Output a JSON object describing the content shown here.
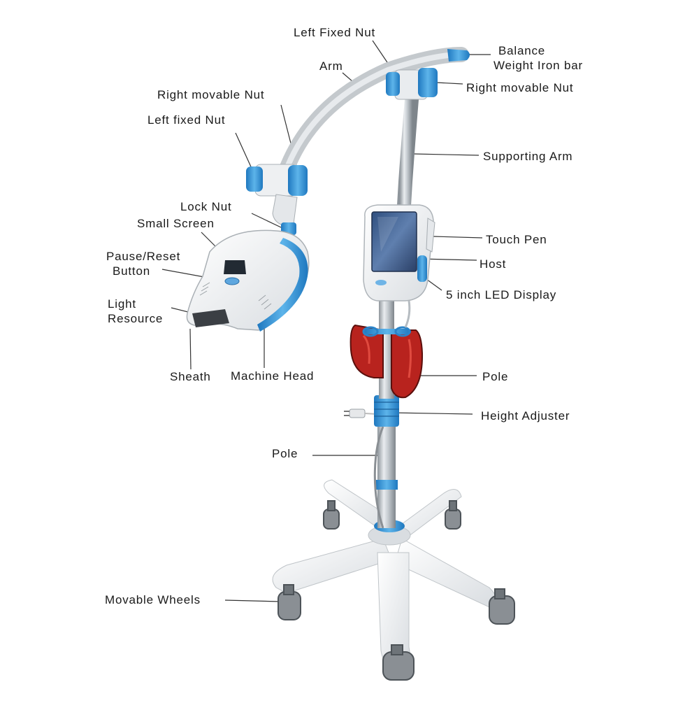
{
  "diagram": {
    "labels": {
      "left_fixed_nut_top": "Left Fixed Nut",
      "balance_line1": "Balance",
      "balance_line2": "Weight Iron bar",
      "arm": "Arm",
      "right_movable_nut_top": "Right movable Nut",
      "right_movable_nut_left": "Right movable Nut",
      "left_fixed_nut_left": "Left fixed Nut",
      "supporting_arm": "Supporting Arm",
      "lock_nut": "Lock Nut",
      "small_screen": "Small Screen",
      "touch_pen": "Touch Pen",
      "pause_reset_line1": "Pause/Reset",
      "pause_reset_line2": "Button",
      "host": "Host",
      "led_display": "5 inch LED Display",
      "light_resource_line1": "Light",
      "light_resource_line2": "Resource",
      "sheath": "Sheath",
      "machine_head": "Machine Head",
      "pole_upper": "Pole",
      "height_adjuster": "Height Adjuster",
      "pole_lower": "Pole",
      "movable_wheels": "Movable Wheels"
    },
    "colors": {
      "accent_blue": "#3c9ad6",
      "body_white": "#f2f4f6",
      "goggle_red": "#b8231e",
      "metal_grey": "#b8bec4",
      "text": "#1a1a1a"
    }
  }
}
